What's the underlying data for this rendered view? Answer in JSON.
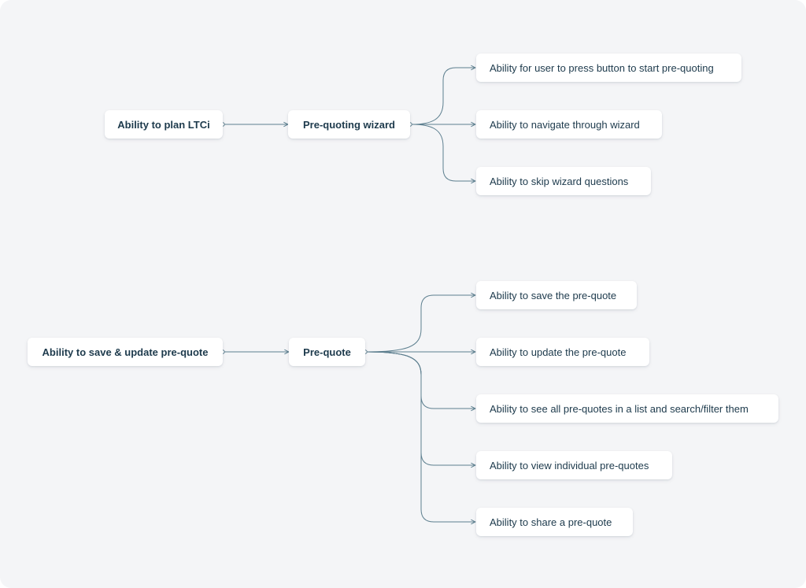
{
  "groups": [
    {
      "root": "Ability to plan LTCi",
      "mid": "Pre-quoting wizard",
      "leaves": [
        "Ability for user to press button to start pre-quoting",
        "Ability to navigate through wizard",
        "Ability to skip wizard questions"
      ]
    },
    {
      "root": "Ability to save & update pre-quote",
      "mid": "Pre-quote",
      "leaves": [
        "Ability to save the pre-quote",
        "Ability to update the pre-quote",
        "Ability to see all pre-quotes in a list and search/filter them",
        "Ability to view individual pre-quotes",
        "Ability to share a pre-quote"
      ]
    }
  ],
  "colors": {
    "background": "#f4f5f7",
    "node": "#ffffff",
    "text": "#1d3a4c",
    "connector": "#5d7f8f"
  }
}
